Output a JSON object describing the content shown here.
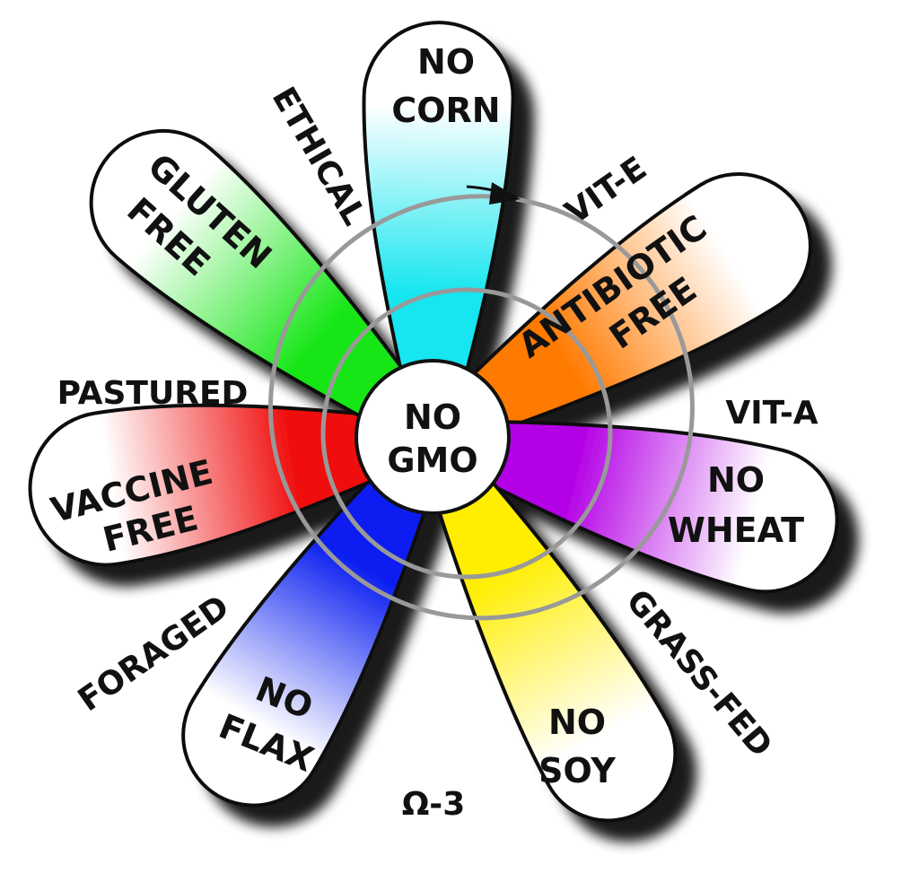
{
  "center": {
    "line1": "NO",
    "line2": "GMO"
  },
  "petals": [
    {
      "id": "corn",
      "line1": "NO",
      "line2": "CORN",
      "color": "#19e6f0"
    },
    {
      "id": "antibiotic",
      "line1": "ANTIBIOTIC",
      "line2": "FREE",
      "color": "#ff7a00"
    },
    {
      "id": "wheat",
      "line1": "NO",
      "line2": "WHEAT",
      "color": "#b400e6"
    },
    {
      "id": "soy",
      "line1": "NO",
      "line2": "SOY",
      "color": "#ffee00"
    },
    {
      "id": "flax",
      "line1": "NO",
      "line2": "FLAX",
      "color": "#0a1ef0"
    },
    {
      "id": "vaccine",
      "line1": "VACCINE",
      "line2": "FREE",
      "color": "#f01010"
    },
    {
      "id": "gluten",
      "line1": "GLUTEN",
      "line2": "FREE",
      "color": "#19e619"
    }
  ],
  "outer_labels": {
    "ethical": "ETHICAL",
    "vit_e": "VIT-E",
    "pastured": "PASTURED",
    "vit_a": "VIT-A",
    "grass_fed": "GRASS-FED",
    "foraged": "FORAGED",
    "omega3": "Ω-3"
  },
  "ring_color": "#999999"
}
